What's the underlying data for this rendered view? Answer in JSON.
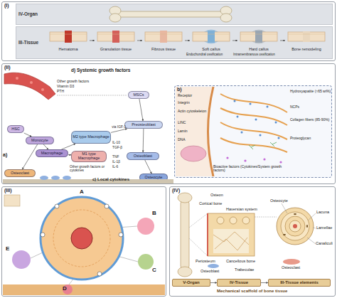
{
  "diagram": {
    "nodes": [
      {
        "text": [
          "(I)"
        ]
      },
      {
        "text": [
          "IV-Organ"
        ],
        "in": 0
      },
      {
        "text": [
          "III-Tissue"
        ],
        "in": 0
      },
      {
        "text": [
          "Hematoma"
        ],
        "in": 2
      },
      {
        "text": [
          "Granulation tissue"
        ],
        "in": 2
      },
      {
        "text": [
          "Fibrous tissue"
        ],
        "in": 2
      },
      {
        "text": [
          "Soft callus"
        ],
        "in": 2
      },
      {
        "text": [
          "Hard callus"
        ],
        "in": 2
      },
      {
        "text": [
          "Bone remodeling"
        ],
        "in": 2
      },
      {
        "text": [
          "(II)"
        ]
      },
      {
        "text": [
          "HSC"
        ],
        "in": 9
      },
      {
        "text": [
          "Monocyte"
        ],
        "in": 9
      },
      {
        "text": [
          "Macrophage"
        ],
        "in": 9
      },
      {
        "text": [
          "M2 type Macrophage"
        ],
        "in": 9
      },
      {
        "text": [
          "M1 type Macrophage"
        ],
        "in": 9
      },
      {
        "text": [
          "Osteoclast"
        ],
        "in": 9
      },
      {
        "text": [
          "MSCs"
        ],
        "in": 9
      },
      {
        "text": [
          "Preosteoblast"
        ],
        "in": 9
      },
      {
        "text": [
          "Osteoblast"
        ],
        "in": 9
      },
      {
        "text": [
          "Osteocyte"
        ],
        "in": 9
      },
      {
        "text": [
          "b)"
        ],
        "in": 9
      },
      {
        "text": [
          "(III)"
        ]
      },
      {
        "text": [
          "(IV)"
        ]
      },
      {
        "text": [
          "V-Organ"
        ],
        "in": 22
      },
      {
        "text": [
          "IV-Tissue"
        ],
        "in": 22
      },
      {
        "text": [
          "III-Tissue elements"
        ],
        "in": 22
      }
    ],
    "edges": [
      {
        "from": 3,
        "to": 4,
        "arrow": "to"
      },
      {
        "from": 4,
        "to": 5,
        "arrow": "to"
      },
      {
        "from": 5,
        "to": 6,
        "arrow": "to"
      },
      {
        "from": 6,
        "to": 7,
        "arrow": "to"
      },
      {
        "from": 7,
        "to": 8,
        "arrow": "to"
      },
      {
        "from": 10,
        "to": 11,
        "arrow": "to"
      },
      {
        "from": 11,
        "to": 12,
        "arrow": "to"
      },
      {
        "from": 12,
        "to": 13,
        "arrow": "to"
      },
      {
        "from": 12,
        "to": 14,
        "arrow": "to"
      },
      {
        "from": 11,
        "to": 15,
        "arrow": "to"
      },
      {
        "from": 16,
        "to": 17,
        "arrow": "to"
      },
      {
        "from": 17,
        "to": 18,
        "arrow": "to"
      },
      {
        "from": 18,
        "to": 19,
        "arrow": "to"
      },
      {
        "from": 13,
        "to": 17,
        "label": "via IGF-1",
        "arrow": "to"
      },
      {
        "from": 23,
        "to": 24,
        "arrow": "to"
      },
      {
        "from": 24,
        "to": 25,
        "arrow": "to"
      }
    ],
    "labels": [
      "Endochondral ossification",
      "Intramembranous ossification",
      "d) Systemic growth factors",
      "Other growth factors",
      "Vitamin D3",
      "PTH",
      "a)",
      "Other growth factors or cytokines",
      "c) Local cytokines",
      "IL-10",
      "TGF-β",
      "TNF",
      "IL-1β",
      "IL-6",
      "Receptor",
      "Integrin",
      "Actin cytoskeleton",
      "LINC",
      "Lamin",
      "DNA",
      "Bioactive factors (Cytokines/System growth factors)",
      "Hydroxyapatite (≈65 wt%)",
      "NCPs",
      "Collagen fibers (85-90%)",
      "Proteoglycan",
      "A",
      "B",
      "C",
      "D",
      "E",
      "Osteon",
      "Cortical bone",
      "Haversian system",
      "Periosteum",
      "Cancellous bone",
      "Trabeculae",
      "Osteoblast",
      "Osteocyte",
      "Lacuna",
      "Lamellae",
      "Canaliculi",
      "Osteoclast",
      "Mechanical scaffold of bone tissue"
    ]
  }
}
